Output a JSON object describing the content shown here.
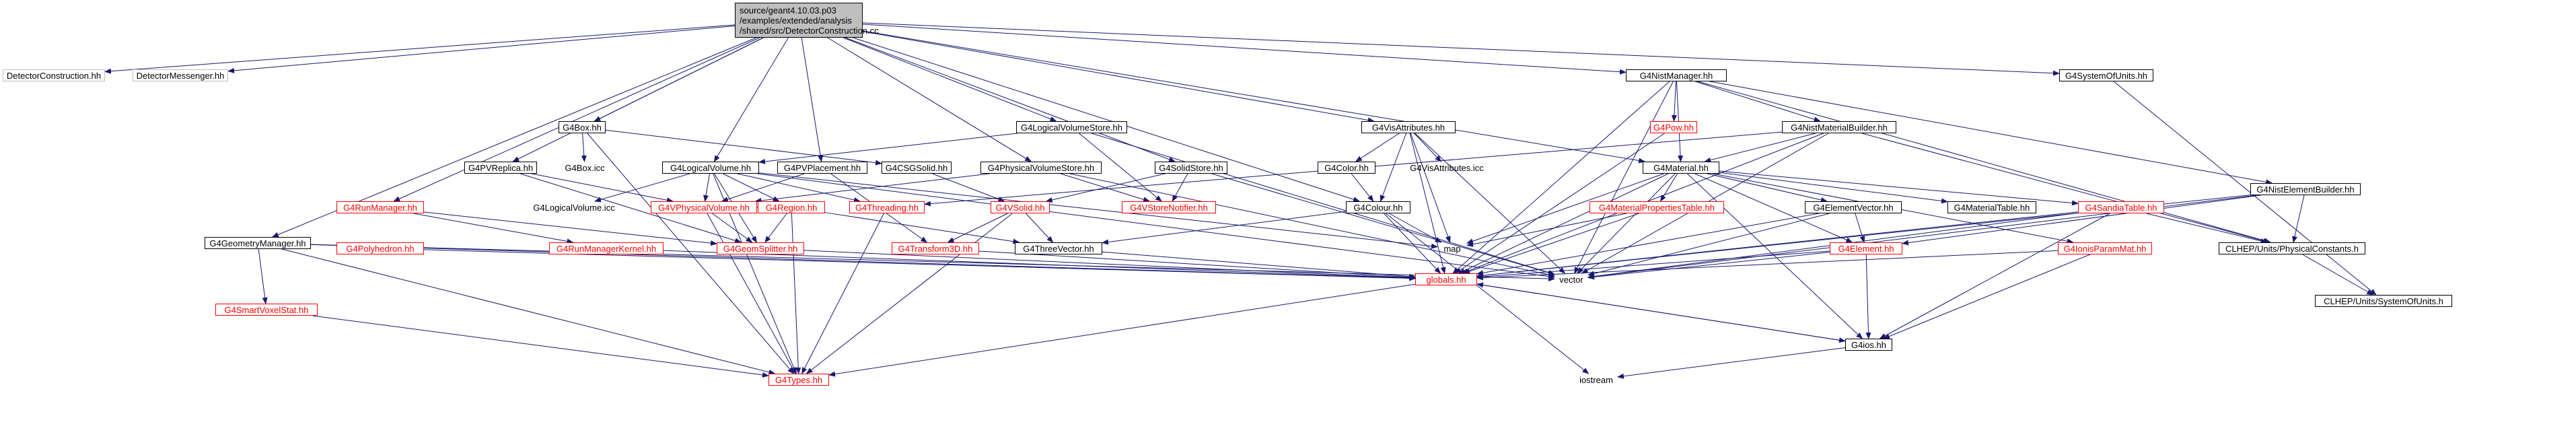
{
  "colors": {
    "edge": "#191970",
    "border": "#000000",
    "red": "#ff0000",
    "gray": "#bfbfbf",
    "root_fill": "#bfbfbf"
  },
  "nodes": [
    {
      "id": "root",
      "label": "source/geant4.10.03.p03\n/examples/extended/analysis\n/shared/src/DetectorConstruction.cc",
      "style": "root"
    },
    {
      "id": "dch",
      "label": "DetectorConstruction.hh",
      "style": "gray"
    },
    {
      "id": "dmh",
      "label": "DetectorMessenger.hh",
      "style": "gray"
    },
    {
      "id": "nist",
      "label": "G4NistManager.hh",
      "style": "black"
    },
    {
      "id": "sou",
      "label": "G4SystemOfUnits.hh",
      "style": "black"
    },
    {
      "id": "box",
      "label": "G4Box.hh",
      "style": "black"
    },
    {
      "id": "lvs",
      "label": "G4LogicalVolumeStore.hh",
      "style": "black"
    },
    {
      "id": "visatt",
      "label": "G4VisAttributes.hh",
      "style": "black"
    },
    {
      "id": "pow",
      "label": "G4Pow.hh",
      "style": "red"
    },
    {
      "id": "nmb",
      "label": "G4NistMaterialBuilder.hh",
      "style": "black"
    },
    {
      "id": "pvrep",
      "label": "G4PVReplica.hh",
      "style": "black"
    },
    {
      "id": "boxicc",
      "label": "G4Box.icc",
      "style": "nobox"
    },
    {
      "id": "csg",
      "label": "G4CSGSolid.hh",
      "style": "black"
    },
    {
      "id": "lv",
      "label": "G4LogicalVolume.hh",
      "style": "black"
    },
    {
      "id": "pvp",
      "label": "G4PVPlacement.hh",
      "style": "black"
    },
    {
      "id": "pvs",
      "label": "G4PhysicalVolumeStore.hh",
      "style": "black"
    },
    {
      "id": "ss",
      "label": "G4SolidStore.hh",
      "style": "black"
    },
    {
      "id": "colorh",
      "label": "G4Color.hh",
      "style": "black"
    },
    {
      "id": "visicc",
      "label": "G4VisAttributes.icc",
      "style": "nobox"
    },
    {
      "id": "mat",
      "label": "G4Material.hh",
      "style": "black"
    },
    {
      "id": "neb",
      "label": "G4NistElementBuilder.hh",
      "style": "black"
    },
    {
      "id": "runman",
      "label": "G4RunManager.hh",
      "style": "red"
    },
    {
      "id": "lvicc",
      "label": "G4LogicalVolume.icc",
      "style": "nobox"
    },
    {
      "id": "vpv",
      "label": "G4VPhysicalVolume.hh",
      "style": "red"
    },
    {
      "id": "region",
      "label": "G4Region.hh",
      "style": "red"
    },
    {
      "id": "thread",
      "label": "G4Threading.hh",
      "style": "red"
    },
    {
      "id": "vsolid",
      "label": "G4VSolid.hh",
      "style": "red"
    },
    {
      "id": "vstore",
      "label": "G4VStoreNotifier.hh",
      "style": "red"
    },
    {
      "id": "colour",
      "label": "G4Colour.hh",
      "style": "black"
    },
    {
      "id": "mpt",
      "label": "G4MaterialPropertiesTable.hh",
      "style": "red"
    },
    {
      "id": "ev",
      "label": "G4ElementVector.hh",
      "style": "black"
    },
    {
      "id": "mtab",
      "label": "G4MaterialTable.hh",
      "style": "black"
    },
    {
      "id": "sandia",
      "label": "G4SandiaTable.hh",
      "style": "red"
    },
    {
      "id": "geoman",
      "label": "G4GeometryManager.hh",
      "style": "black"
    },
    {
      "id": "poly",
      "label": "G4Polyhedron.hh",
      "style": "red"
    },
    {
      "id": "rmk",
      "label": "G4RunManagerKernel.hh",
      "style": "red"
    },
    {
      "id": "gsplit",
      "label": "G4GeomSplitter.hh",
      "style": "red"
    },
    {
      "id": "t3d",
      "label": "G4Transform3D.hh",
      "style": "red"
    },
    {
      "id": "tv",
      "label": "G4ThreeVector.hh",
      "style": "black"
    },
    {
      "id": "map",
      "label": "map",
      "style": "nobox"
    },
    {
      "id": "elem",
      "label": "G4Element.hh",
      "style": "red"
    },
    {
      "id": "ion",
      "label": "G4IonisParamMat.hh",
      "style": "red"
    },
    {
      "id": "clpc",
      "label": "CLHEP/Units/PhysicalConstants.h",
      "style": "black"
    },
    {
      "id": "globals",
      "label": "globals.hh",
      "style": "red"
    },
    {
      "id": "vector",
      "label": "vector",
      "style": "nobox"
    },
    {
      "id": "clsou",
      "label": "CLHEP/Units/SystemOfUnits.h",
      "style": "black"
    },
    {
      "id": "svs",
      "label": "G4SmartVoxelStat.hh",
      "style": "red"
    },
    {
      "id": "ios",
      "label": "G4ios.hh",
      "style": "black"
    },
    {
      "id": "types",
      "label": "G4Types.hh",
      "style": "red"
    },
    {
      "id": "iostream",
      "label": "iostream",
      "style": "nobox"
    }
  ],
  "edges": [
    [
      "root",
      "dch"
    ],
    [
      "root",
      "dmh"
    ],
    [
      "root",
      "nist"
    ],
    [
      "root",
      "sou"
    ],
    [
      "root",
      "box"
    ],
    [
      "root",
      "lvs"
    ],
    [
      "root",
      "visatt"
    ],
    [
      "root",
      "pvrep"
    ],
    [
      "root",
      "lv"
    ],
    [
      "root",
      "pvp"
    ],
    [
      "root",
      "pvs"
    ],
    [
      "root",
      "ss"
    ],
    [
      "root",
      "geoman"
    ],
    [
      "root",
      "runman"
    ],
    [
      "root",
      "mat"
    ],
    [
      "root",
      "colour"
    ],
    [
      "nist",
      "pow"
    ],
    [
      "nist",
      "nmb"
    ],
    [
      "nist",
      "mat"
    ],
    [
      "nist",
      "neb"
    ],
    [
      "nist",
      "clpc"
    ],
    [
      "nist",
      "globals"
    ],
    [
      "nist",
      "vector"
    ],
    [
      "sou",
      "clsou"
    ],
    [
      "box",
      "boxicc"
    ],
    [
      "box",
      "csg"
    ],
    [
      "box",
      "types"
    ],
    [
      "lvs",
      "lv"
    ],
    [
      "lvs",
      "vector"
    ],
    [
      "lvs",
      "vstore"
    ],
    [
      "visatt",
      "colorh"
    ],
    [
      "visatt",
      "visicc"
    ],
    [
      "visatt",
      "colour"
    ],
    [
      "visatt",
      "map"
    ],
    [
      "visatt",
      "vector"
    ],
    [
      "visatt",
      "globals"
    ],
    [
      "pow",
      "globals"
    ],
    [
      "nmb",
      "mat"
    ],
    [
      "nmb",
      "clpc"
    ],
    [
      "nmb",
      "vector"
    ],
    [
      "nmb",
      "globals"
    ],
    [
      "nmb",
      "thread"
    ],
    [
      "pvrep",
      "vpv"
    ],
    [
      "pvrep",
      "gsplit"
    ],
    [
      "csg",
      "vsolid"
    ],
    [
      "lv",
      "lvicc"
    ],
    [
      "lv",
      "vpv"
    ],
    [
      "lv",
      "region"
    ],
    [
      "lv",
      "thread"
    ],
    [
      "lv",
      "vector"
    ],
    [
      "lv",
      "map"
    ],
    [
      "lv",
      "gsplit"
    ],
    [
      "lv",
      "types"
    ],
    [
      "pvp",
      "vpv"
    ],
    [
      "pvp",
      "t3d"
    ],
    [
      "pvs",
      "vpv"
    ],
    [
      "pvs",
      "vstore"
    ],
    [
      "pvs",
      "vector"
    ],
    [
      "ss",
      "vsolid"
    ],
    [
      "ss",
      "vstore"
    ],
    [
      "ss",
      "vector"
    ],
    [
      "colorh",
      "colour"
    ],
    [
      "mat",
      "mpt"
    ],
    [
      "mat",
      "ev"
    ],
    [
      "mat",
      "mtab"
    ],
    [
      "mat",
      "sandia"
    ],
    [
      "mat",
      "elem"
    ],
    [
      "mat",
      "ion"
    ],
    [
      "mat",
      "vector"
    ],
    [
      "mat",
      "globals"
    ],
    [
      "mat",
      "map"
    ],
    [
      "mat",
      "ios"
    ],
    [
      "neb",
      "clpc"
    ],
    [
      "neb",
      "vector"
    ],
    [
      "neb",
      "elem"
    ],
    [
      "neb",
      "globals"
    ],
    [
      "runman",
      "rmk"
    ],
    [
      "runman",
      "gsplit"
    ],
    [
      "vpv",
      "region"
    ],
    [
      "vpv",
      "gsplit"
    ],
    [
      "vpv",
      "types"
    ],
    [
      "region",
      "gsplit"
    ],
    [
      "region",
      "types"
    ],
    [
      "region",
      "tv"
    ],
    [
      "thread",
      "types"
    ],
    [
      "vsolid",
      "t3d"
    ],
    [
      "vsolid",
      "tv"
    ],
    [
      "vsolid",
      "types"
    ],
    [
      "colour",
      "map"
    ],
    [
      "colour",
      "globals"
    ],
    [
      "colour",
      "tv"
    ],
    [
      "colour",
      "iostream"
    ],
    [
      "mpt",
      "map"
    ],
    [
      "mpt",
      "globals"
    ],
    [
      "ev",
      "elem"
    ],
    [
      "ev",
      "vector"
    ],
    [
      "ev",
      "globals"
    ],
    [
      "sandia",
      "clpc"
    ],
    [
      "sandia",
      "vector"
    ],
    [
      "sandia",
      "globals"
    ],
    [
      "sandia",
      "ios"
    ],
    [
      "geoman",
      "svs"
    ],
    [
      "geoman",
      "vector"
    ],
    [
      "geoman",
      "globals"
    ],
    [
      "geoman",
      "types"
    ],
    [
      "poly",
      "globals"
    ],
    [
      "rmk",
      "globals"
    ],
    [
      "gsplit",
      "globals"
    ],
    [
      "t3d",
      "globals"
    ],
    [
      "tv",
      "globals"
    ],
    [
      "elem",
      "globals"
    ],
    [
      "elem",
      "vector"
    ],
    [
      "elem",
      "ios"
    ],
    [
      "ion",
      "globals"
    ],
    [
      "ion",
      "ios"
    ],
    [
      "clpc",
      "clsou"
    ],
    [
      "globals",
      "ios"
    ],
    [
      "globals",
      "types"
    ],
    [
      "svs",
      "types"
    ],
    [
      "ios",
      "iostream"
    ],
    [
      "ios",
      "globals"
    ]
  ]
}
